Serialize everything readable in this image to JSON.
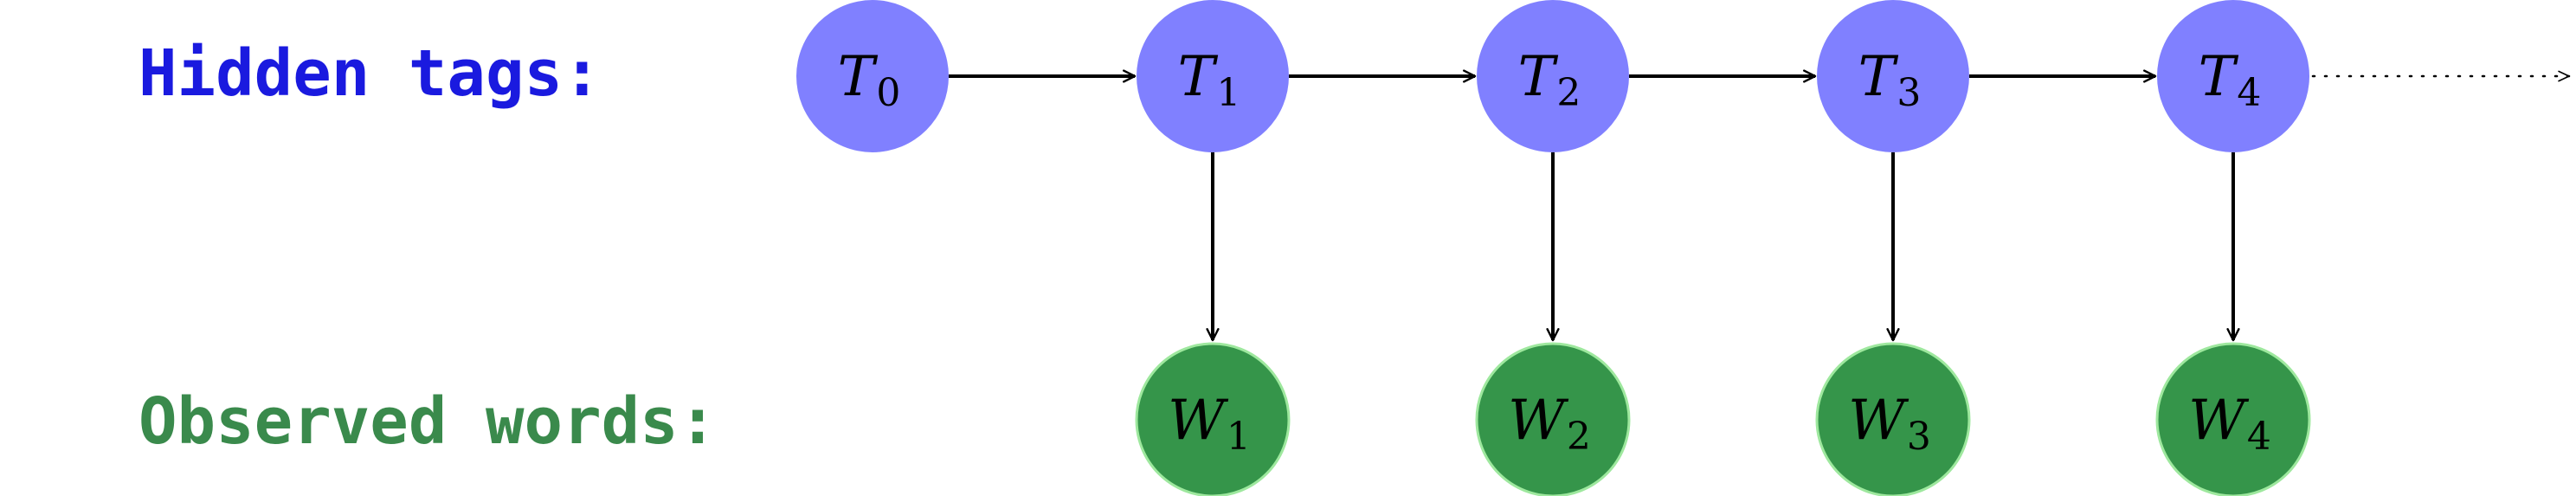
{
  "labels": {
    "hidden": "Hidden tags:",
    "observed": "Observed words:"
  },
  "colors": {
    "hidden_label": "#1a1adf",
    "observed_label": "#3a8a4c",
    "tag_node": "#8080ff",
    "word_node": "#35954a",
    "word_node_border": "#9ee89e",
    "edge": "#000000"
  },
  "tags": [
    {
      "letter": "T",
      "sub": "0"
    },
    {
      "letter": "T",
      "sub": "1"
    },
    {
      "letter": "T",
      "sub": "2"
    },
    {
      "letter": "T",
      "sub": "3"
    },
    {
      "letter": "T",
      "sub": "4"
    }
  ],
  "words": [
    {
      "letter": "W",
      "sub": "1",
      "tag": 1
    },
    {
      "letter": "W",
      "sub": "2",
      "tag": 2
    },
    {
      "letter": "W",
      "sub": "3",
      "tag": 3
    },
    {
      "letter": "W",
      "sub": "4",
      "tag": 4
    }
  ],
  "continuation": "dotted-arrow"
}
